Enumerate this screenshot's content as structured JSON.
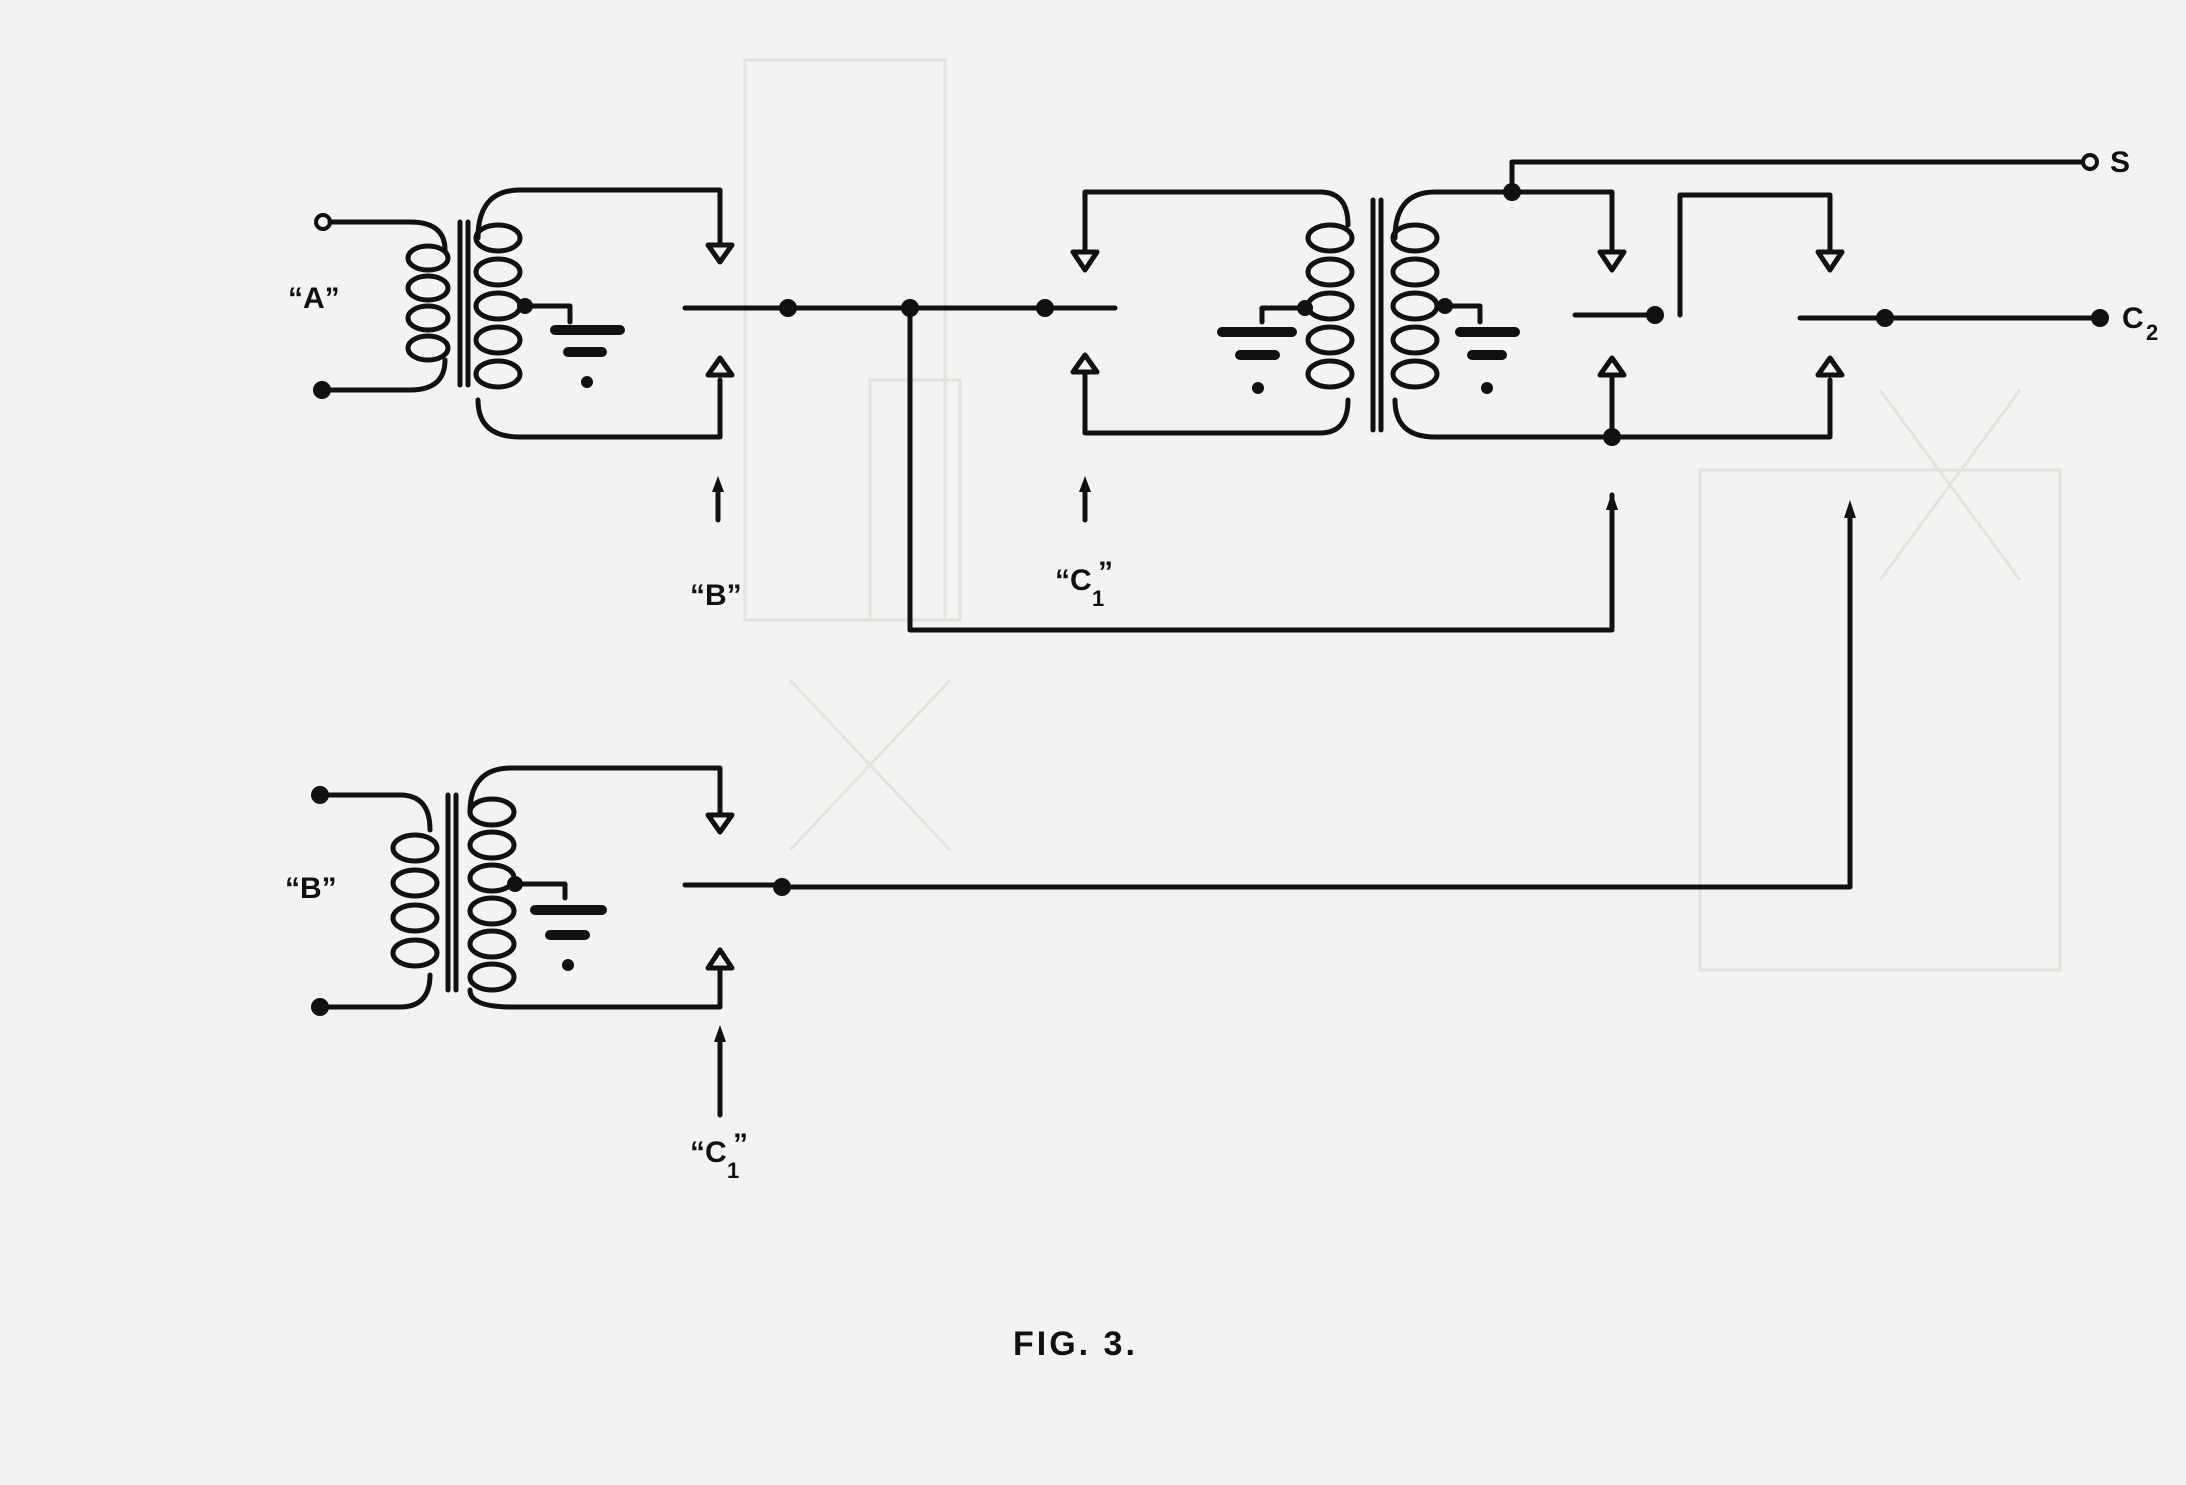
{
  "figure": {
    "caption": "FIG. 3."
  },
  "labels": {
    "input_a": "“A”",
    "input_b": "“B”",
    "clock_b": "“B”",
    "clock_c1_top": "“C",
    "clock_c1_top_sub": "1",
    "clock_c1_top_close": "”",
    "clock_c1_bottom": "“C",
    "clock_c1_bottom_sub": "1",
    "clock_c1_bottom_close": "”",
    "output_s": "S",
    "output_c2": "C",
    "output_c2_sub": "2"
  },
  "colors": {
    "ink": "#111111",
    "paper": "#f3f3f1"
  }
}
